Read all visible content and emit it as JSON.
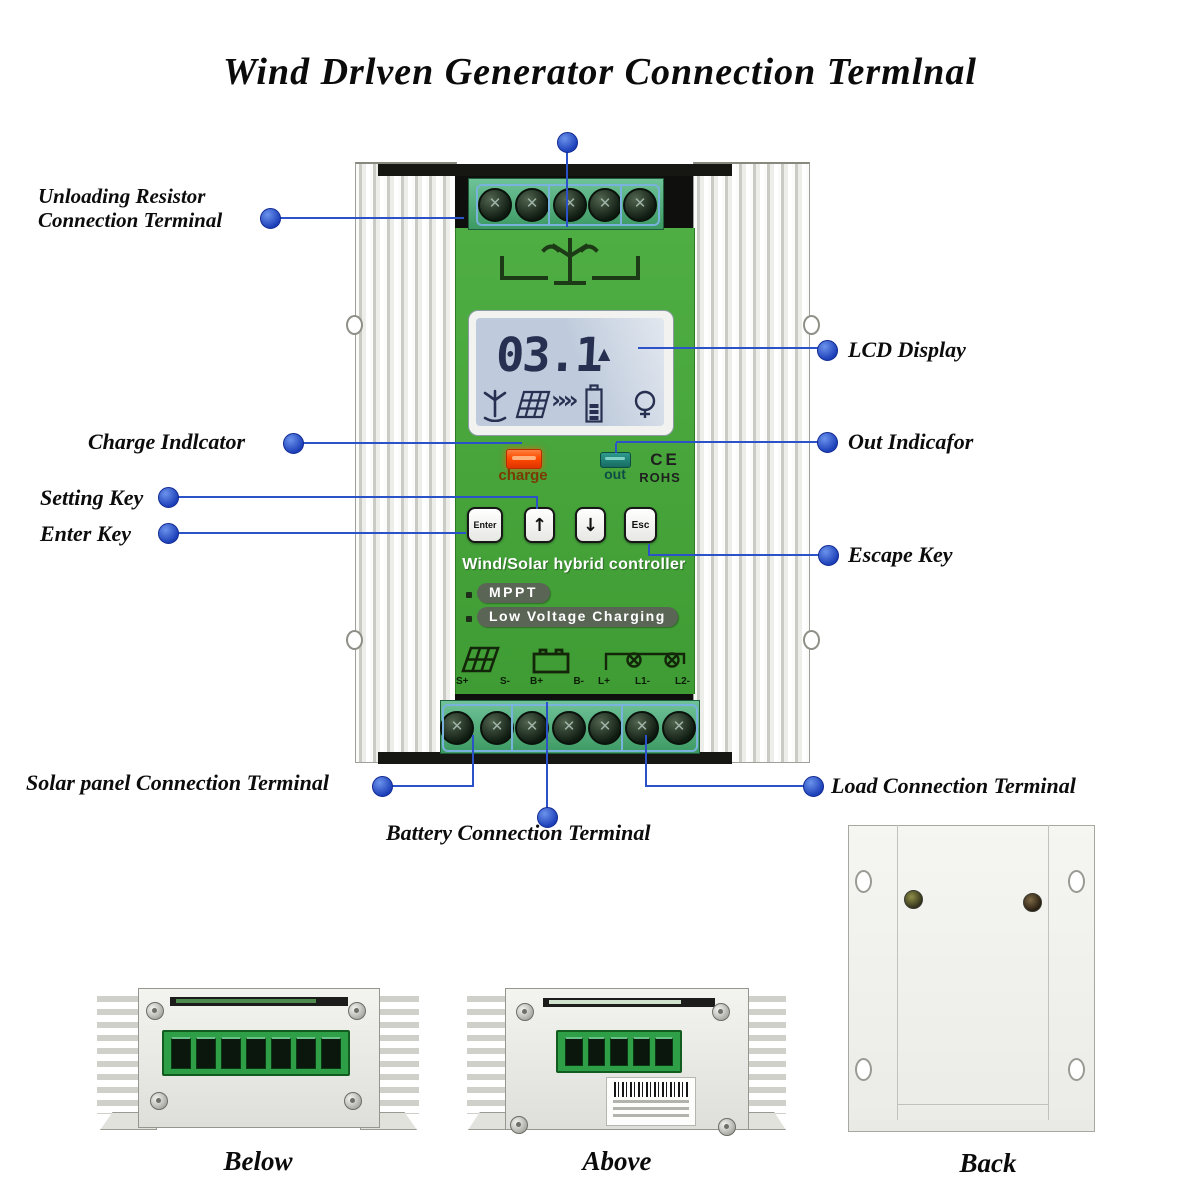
{
  "title": "Wind Drlven Generator Connection Termlnal",
  "callouts": {
    "unloading": {
      "line1": "Unloading Resistor",
      "line2": "Connection Terminal"
    },
    "charge": "Charge Indlcator",
    "setting": "Setting Key",
    "enter": "Enter Key",
    "solar": "Solar panel Connection Terminal",
    "battery": "Battery Connection Terminal",
    "lcd": "LCD Display",
    "out": "Out Indicafor",
    "escape": "Escape Key",
    "load": "Load Connection Terminal"
  },
  "device": {
    "lcd_reading": "03.1",
    "lcd_cursor": "▲",
    "lcd_flow_arrows": "››››",
    "charge_label": "charge",
    "out_label": "out",
    "ce": "CE",
    "rohs": "ROHS",
    "buttons": {
      "enter": "Enter",
      "up": "↑",
      "down": "↓",
      "esc": "Esc"
    },
    "product_name": "Wind/Solar hybrid controller",
    "features": [
      "MPPT",
      "Low Voltage Charging"
    ],
    "io_labels": {
      "solar": [
        "S+",
        "S-"
      ],
      "battery": [
        "B+",
        "B-"
      ],
      "load": [
        "L+",
        "L1-",
        "L2-"
      ]
    }
  },
  "views": {
    "below": "Below",
    "above": "Above",
    "back": "Back"
  },
  "colors": {
    "leader_blue": "#2b52c8",
    "panel_green": "#46a33c",
    "terminal_teal": "#3f9e68",
    "charge_led_orange": "#ff4a00",
    "out_led_teal": "#1f7e74",
    "lcd_screen": "#bfcbdc"
  }
}
